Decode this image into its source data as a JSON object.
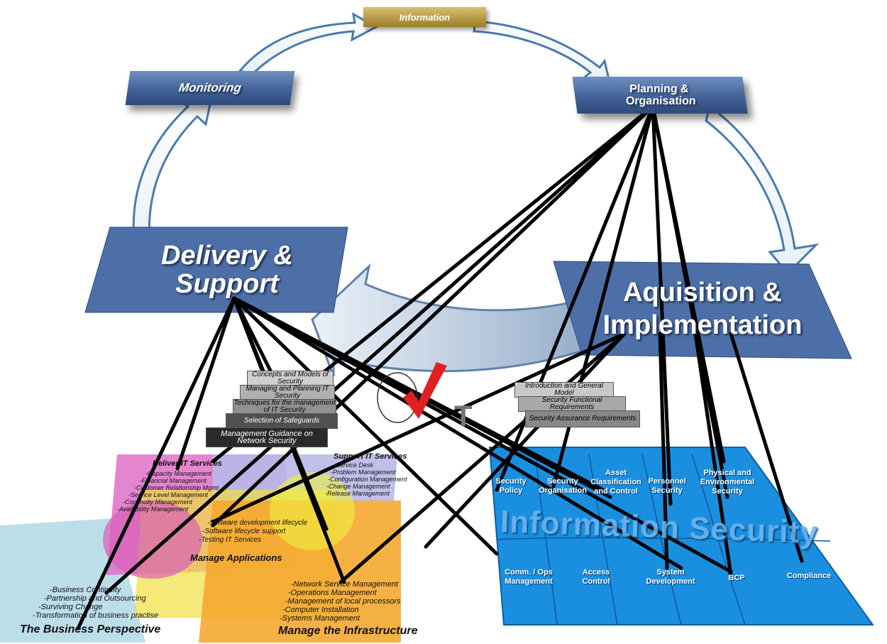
{
  "cycle": {
    "information": "Information",
    "monitoring": "Monitoring",
    "planning": "Planning & Organisation",
    "delivery": "Delivery & Support",
    "acquisition": "Aquisition & Implementation"
  },
  "left_stack": [
    "Concepts and Models of Security",
    "Managing and Planning IT Security",
    "Techniques for the management of IT Security",
    "Selection of Safeguards",
    "Management Guidance on Network Security"
  ],
  "right_stack": [
    "Introduction and General Model",
    "Security Functional Requirements",
    "Security Assurance Requirements"
  ],
  "business": {
    "deliver_title": "Deliver IT Services",
    "deliver_items": [
      "-Capacity Management",
      "-Financial Management",
      "-Customer Relationship Mgmt",
      "-Service Level Management",
      "-Continuity Management",
      "-Availability Management"
    ],
    "support_title": "Support IT Services",
    "support_items": [
      "-Service Desk",
      "-Problem Management",
      "-Configuration Management",
      "-Change Management",
      "-Release Management"
    ],
    "apps_items": [
      "-Software development lifecycle",
      "-Software lifecycle support",
      "-Testing IT Services"
    ],
    "apps_title": "Manage Applications",
    "persp_items": [
      "-Business Continuity",
      "-Partnership and Outsourcing",
      "-Surviving Change",
      "-Transformation of business practise"
    ],
    "persp_title": "The Business Perspective",
    "infra_items": [
      "-Network Service Management",
      "-Operations Management",
      "-Management of local processors",
      "-Computer Installation",
      "-Systems Management"
    ],
    "infra_title": "Manage the Infrastructure"
  },
  "infosec": {
    "title": "Information Security",
    "tiles": [
      "Security Policy",
      "Security Organisation",
      "Asset Classification and Control",
      "Personnel Security",
      "Physical and Environmental Security",
      "Comm. / Ops Management",
      "Access Control",
      "System Development",
      "BCP",
      "Compliance"
    ]
  },
  "colors": {
    "box_blue": "#4a6aa0",
    "gold": "#a88a30",
    "puzzle_blue": "#1a8fe0",
    "pink": "#e070c8",
    "lavender": "#b8b8e8",
    "yellow": "#f0e040",
    "orange": "#f5a830",
    "lightblue": "#b8dce8"
  }
}
